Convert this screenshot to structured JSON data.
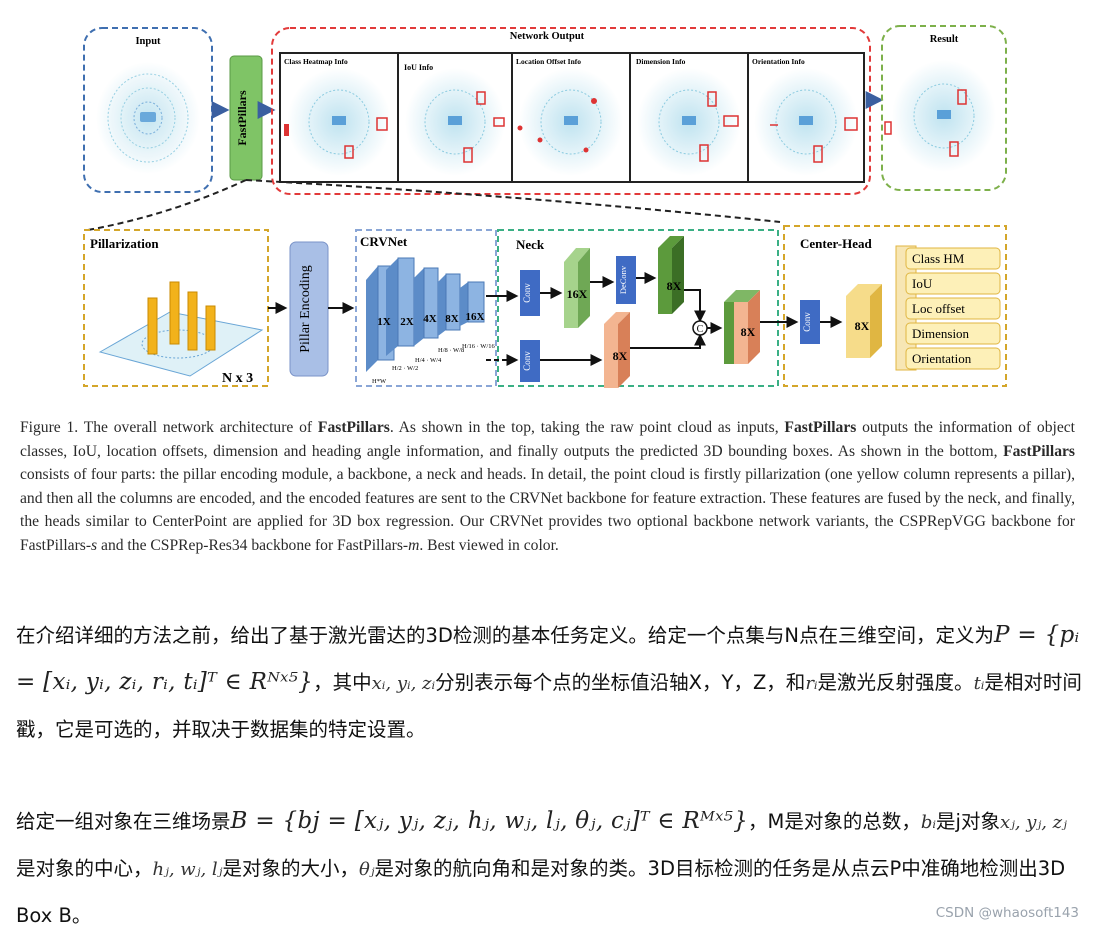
{
  "figure": {
    "input_label": "Input",
    "fastpillars_label": "FastPillars",
    "network_output_label": "Network Output",
    "result_label": "Result",
    "panels": [
      "Class Heatmap Info",
      "IoU Info",
      "Location Offset Info",
      "Dimension Info",
      "Orientation Info"
    ],
    "pillarization_label": "Pillarization",
    "nx3_label": "N x 3",
    "pillar_encoding_label": "Pillar Encoding",
    "crvnet_label": "CRVNet",
    "crv_blocks": [
      "1X",
      "2X",
      "4X",
      "8X",
      "16X"
    ],
    "crv_dims": [
      "H*W",
      "H/2 · W/2",
      "H/4 · W/4",
      "H/8 · W/8",
      "H/16 · W/16"
    ],
    "neck_label": "Neck",
    "conv_label": "Conv",
    "deconv_label": "DeConv",
    "neck_blocks": [
      "16X",
      "8X",
      "8X",
      "8X"
    ],
    "concat_label": "C",
    "head_label": "Center-Head",
    "head_block": "8X",
    "head_outputs": [
      "Class HM",
      "IoU",
      "Loc offset",
      "Dimension",
      "Orientation"
    ]
  },
  "caption": {
    "prefix": "Figure 1. The overall network architecture of ",
    "name": "FastPillars",
    "p1": ". As shown in the top, taking the raw point cloud as inputs, ",
    "p2": " outputs the information of object classes, IoU, location offsets, dimension and heading angle information, and finally outputs the predicted 3D bounding boxes. As shown in the bottom, ",
    "p3": " consists of four parts: the pillar encoding module, a backbone, a neck and heads. In detail, the point cloud is firstly pillarization (one yellow column represents a pillar), and then all the columns are encoded, and the encoded features are sent to the CRVNet backbone for feature extraction. These features are fused by the neck, and finally, the heads similar to CenterPoint are applied for 3D box regression. Our CRVNet provides two optional backbone network variants, the CSPRepVGG backbone for FastPillars-",
    "s": "s",
    "p4": " and the CSPRep-Res34 backbone for FastPillars-",
    "m": "m",
    "p5": ". Best viewed in color."
  },
  "para1": {
    "t1": "在介绍详细的方法之前，给出了基于激光雷达的3D检测的基本任务定义。给定一个点集与N点在三维空间，定义为",
    "math1": "P = {pᵢ = [xᵢ, yᵢ, zᵢ, rᵢ, tᵢ]ᵀ ∈ Rᴺˣ⁵}",
    "t2": "，其中",
    "math2": "xᵢ, yᵢ, zᵢ",
    "t3": "分别表示每个点的坐标值沿轴X，Y，Z，和",
    "math3": "rᵢ",
    "t4": "是激光反射强度。",
    "math4": "tᵢ",
    "t5": "是相对时间戳，它是可选的，并取决于数据集的特定设置。"
  },
  "para2": {
    "t1": "给定一组对象在三维场景",
    "math1": "B = {bj = [xⱼ, yⱼ, zⱼ, hⱼ, wⱼ, lⱼ, θⱼ, cⱼ]ᵀ ∈ Rᴹˣ⁵}",
    "t2": "，M是对象的总数，",
    "math2": "bᵢ",
    "t3": "是j对象",
    "math3": "xⱼ,  yⱼ,  zⱼ",
    "t4": "是对象的中心，",
    "math4": "hⱼ,  wⱼ,  lⱼ",
    "t5": "是对象的大小，",
    "math5": "θⱼ",
    "t6": "是对象的航向角和是对象的类。3D目标检测的任务是从点云P中准确地检测出3D Box B。"
  },
  "watermark": "CSDN @whaosoft143"
}
